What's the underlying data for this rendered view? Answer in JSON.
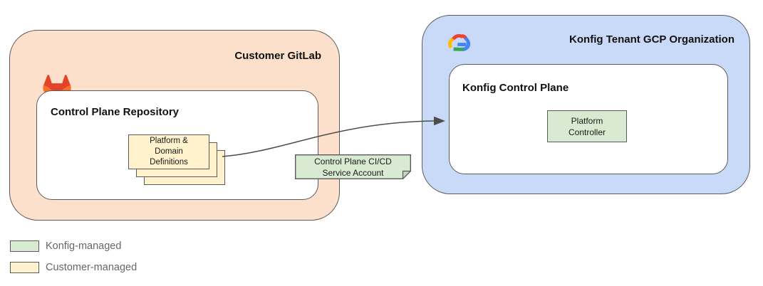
{
  "customer": {
    "title": "Customer GitLab",
    "repository": {
      "title": "Control Plane Repository",
      "cards_label": "Platform &\nDomain\nDefinitions"
    }
  },
  "tenant": {
    "title": "Konfig Tenant GCP Organization",
    "control_plane": {
      "title": "Konfig Control Plane",
      "platform_controller_label": "Platform\nController"
    }
  },
  "note": {
    "label": "Control Plane CI/CD\nService Account"
  },
  "legend": {
    "items": [
      {
        "label": "Konfig-managed",
        "color": "#D9EAD3"
      },
      {
        "label": "Customer-managed",
        "color": "#FFF2CC"
      }
    ]
  },
  "icons": {
    "gitlab": "gitlab-tanuki-logo",
    "gcp": "google-cloud-logo"
  },
  "colors": {
    "customer_container_fill": "#FCE0CB",
    "tenant_container_fill": "#C9DAF8",
    "konfig_managed_fill": "#D9EAD3",
    "customer_managed_fill": "#FFF2CC",
    "outline": "#5b5b5b",
    "connector": "#4d4d4d",
    "legend_text": "#666666"
  }
}
